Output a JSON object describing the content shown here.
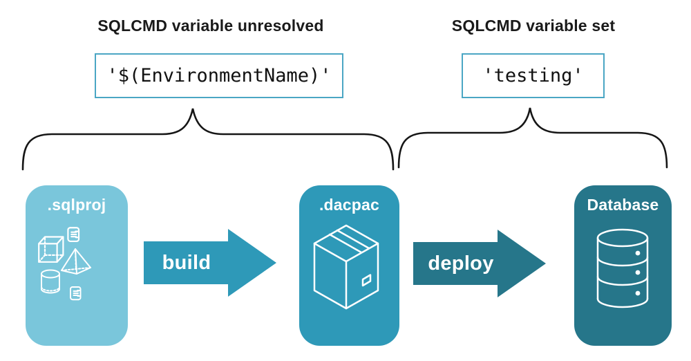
{
  "annotations": {
    "left": {
      "heading": "SQLCMD variable unresolved",
      "code": "'$(EnvironmentName)'"
    },
    "right": {
      "heading": "SQLCMD variable set",
      "code": "'testing'"
    }
  },
  "pipeline": {
    "stages": [
      {
        "label": ".sqlproj",
        "icon": "sql-project-objects-icon",
        "color": "#7AC6DB"
      },
      {
        "label": ".dacpac",
        "icon": "package-icon",
        "color": "#2E99B8"
      },
      {
        "label": "Database",
        "icon": "database-icon",
        "color": "#26768A"
      }
    ],
    "arrows": [
      {
        "label": "build",
        "color": "#2E99B8"
      },
      {
        "label": "deploy",
        "color": "#26768A"
      }
    ]
  },
  "colors": {
    "background": "#FFFFFF",
    "code_box_border": "#4AA6C4",
    "heading_text": "#1A1A1A",
    "brace_stroke": "#161616",
    "icon_stroke": "#FFFFFF"
  }
}
